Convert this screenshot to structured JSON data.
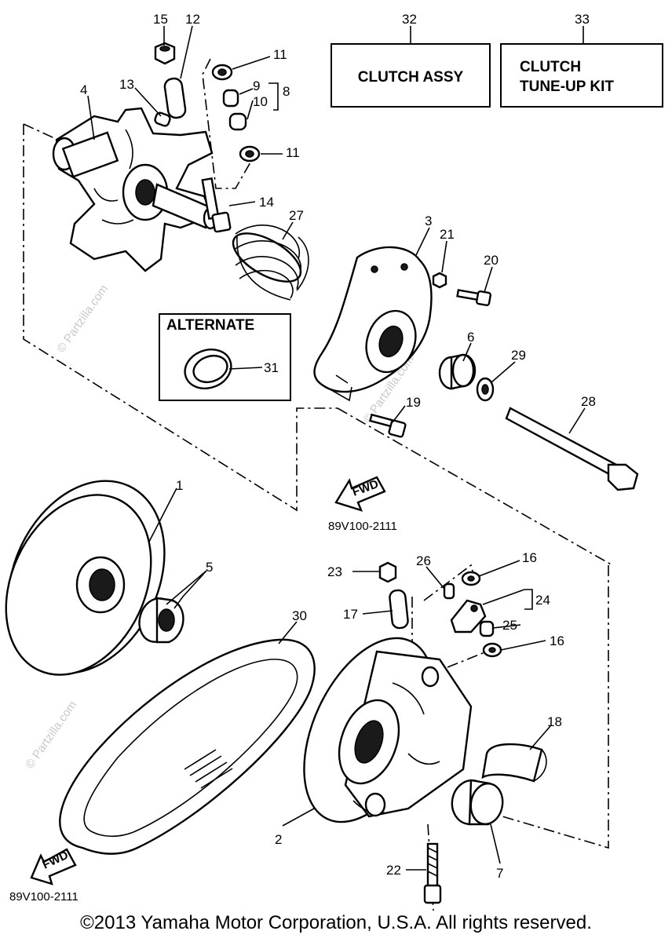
{
  "diagram": {
    "callouts": [
      "1",
      "2",
      "3",
      "4",
      "5",
      "6",
      "7",
      "8",
      "9",
      "10",
      "11",
      "11",
      "12",
      "13",
      "14",
      "15",
      "16",
      "16",
      "17",
      "18",
      "19",
      "20",
      "21",
      "22",
      "23",
      "24",
      "25",
      "26",
      "27",
      "28",
      "29",
      "30",
      "31",
      "32",
      "33"
    ],
    "boxes": {
      "clutch_assy": "CLUTCH ASSY",
      "tune_up_kit_line1": "CLUTCH",
      "tune_up_kit_line2": "TUNE-UP KIT",
      "alternate": "ALTERNATE"
    },
    "fwd_label": "FWD",
    "diagram_code": "89V100-2111",
    "watermark": "© Partzilla.com"
  },
  "footer": {
    "copyright": "©2013 Yamaha Motor Corporation, U.S.A. All rights reserved."
  }
}
